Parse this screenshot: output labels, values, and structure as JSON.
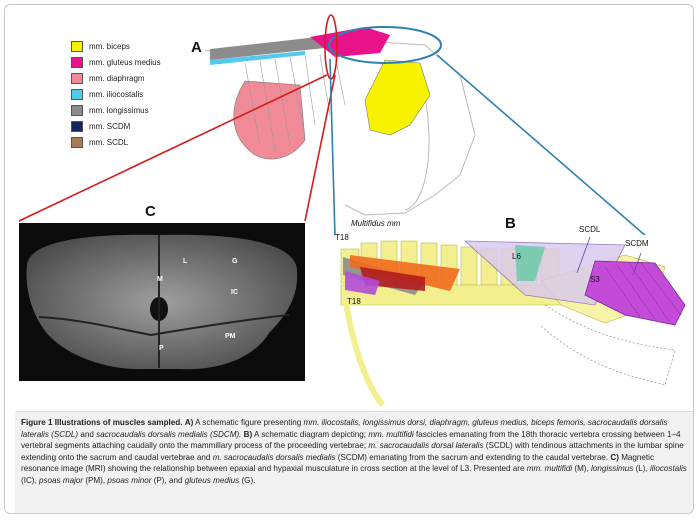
{
  "panels": {
    "a_label": "A",
    "b_label": "B",
    "c_label": "C"
  },
  "legend": [
    {
      "label": "mm. biceps",
      "color": "#f6f200"
    },
    {
      "label": "mm. gluteus medius",
      "color": "#e9128a"
    },
    {
      "label": "mm. diaphragm",
      "color": "#f08a96"
    },
    {
      "label": "mm. iliocostalis",
      "color": "#55c8ee"
    },
    {
      "label": "mm. longissimus",
      "color": "#8c8c8c"
    },
    {
      "label": "mm. SCDM",
      "color": "#15265e"
    },
    {
      "label": "mm. SCDL",
      "color": "#a97a54"
    }
  ],
  "diagram_b": {
    "title": "Multifidus mm",
    "t18_top": "T18",
    "t18_bottom": "T18",
    "l6": "L6",
    "s3": "S3",
    "scdl": "SCDL",
    "scdm": "SCDM"
  },
  "mri_labels": {
    "l": "L",
    "g": "G",
    "m": "M",
    "ic": "IC",
    "pm": "PM",
    "p": "P"
  },
  "caption": {
    "title": "Figure 1 Illustrations of muscles sampled.",
    "a_label": "A)",
    "a_text1": "A schematic figure presenting",
    "a_species": "mm. iliocostalis, longissimus dorsi, diaphragm, gluteus medius, biceps femoris, sacrocaudalis dorsalis lateralis (SCDL)",
    "a_and": "and",
    "a_scdm": "sacrocaudalis dorsalis medialis (SDCM).",
    "b_label": "B)",
    "b_text1": "A schematic diagram depicting;",
    "b_mult": "mm. multifidi",
    "b_text2": "fascicles emanating from the 18th thoracic vertebra crossing between 1–4 vertebral segments attaching caudally onto the mammillary process of the proceeding vertebrae;",
    "b_scdl": "m. sacrocaudalis dorsal lateralis",
    "b_text3": "(SCDL) with tendinous attachments in the lumbar spine extending onto the sacrum and caudal vertebrae and",
    "b_scdm": "m. sacrocaudalis dorsalis medialis",
    "b_text4": "(SCDM) emanating from the sacrum and extending to the caudal vertebrae.",
    "c_label": "C)",
    "c_text1": "Magnetic resonance image (MRI) showing the relationship between epaxial and hypaxial musculature in cross section at the level of L3. Presented are",
    "c_m": "mm. multifidi",
    "c_m2": "(M),",
    "c_l": "longissimus",
    "c_l2": "(L),",
    "c_ic": "iliocostalis",
    "c_ic2": "(IC),",
    "c_pm": "psoas major",
    "c_pm2": "(PM),",
    "c_p": "psoas minor",
    "c_p2": "(P), and",
    "c_g": "gluteus medius",
    "c_g2": "(G)."
  }
}
